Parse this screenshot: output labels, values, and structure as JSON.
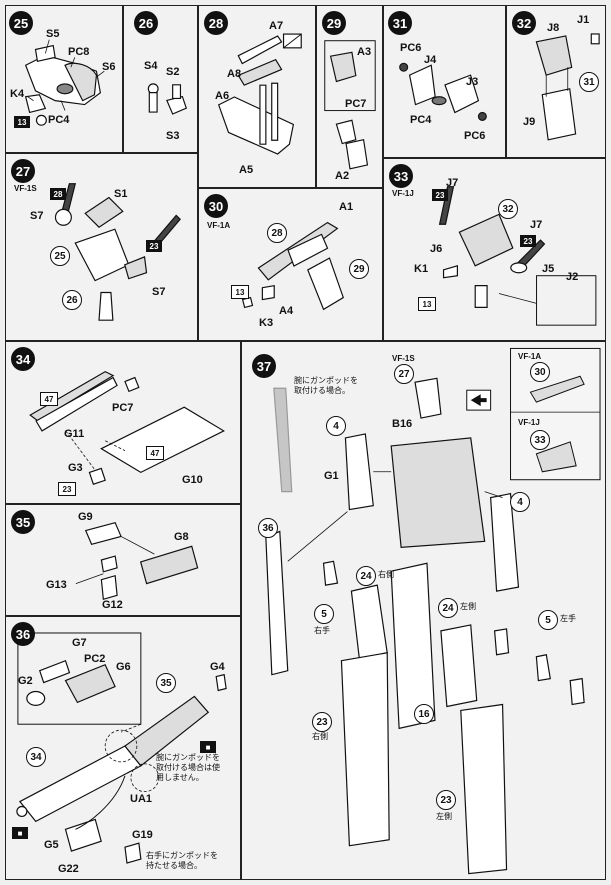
{
  "steps": {
    "s25": {
      "number": "25",
      "labels": [
        "S5",
        "PC8",
        "S6",
        "K4",
        "PC4"
      ],
      "badge": "13"
    },
    "s26": {
      "number": "26",
      "labels": [
        "S4",
        "S2",
        "S3"
      ]
    },
    "s28": {
      "number": "28",
      "labels": [
        "A7",
        "A8",
        "A6",
        "A5"
      ]
    },
    "s29": {
      "number": "29",
      "labels": [
        "A3",
        "PC7",
        "A2"
      ]
    },
    "s31": {
      "number": "31",
      "labels": [
        "PC6",
        "J4",
        "J3",
        "PC4",
        "PC6"
      ]
    },
    "s32": {
      "number": "32",
      "labels": [
        "J8",
        "J1",
        "J9"
      ],
      "ref": "31"
    },
    "s27": {
      "number": "27",
      "variant": "VF-1S",
      "labels": [
        "S1",
        "S7",
        "S7"
      ],
      "refs": [
        "25",
        "26"
      ],
      "squares": [
        "28",
        "23"
      ]
    },
    "s30": {
      "number": "30",
      "variant": "VF-1A",
      "labels": [
        "A1",
        "A4",
        "K3"
      ],
      "refs": [
        "28",
        "29"
      ],
      "badge": "13"
    },
    "s33": {
      "number": "33",
      "variant": "VF-1J",
      "labels": [
        "J7",
        "J7",
        "J6",
        "K1",
        "J5",
        "J2"
      ],
      "refs": [
        "32"
      ],
      "squares": [
        "23",
        "23"
      ],
      "badge": "13"
    },
    "s34": {
      "number": "34",
      "labels": [
        "PC7",
        "G11",
        "G3",
        "G10"
      ],
      "squares": [
        "47",
        "47",
        "23"
      ]
    },
    "s35": {
      "number": "35",
      "labels": [
        "G9",
        "G8",
        "G13",
        "G12"
      ]
    },
    "s36": {
      "number": "36",
      "labels": [
        "G7",
        "PC2",
        "G6",
        "G2",
        "G4",
        "UA1",
        "G5",
        "G19",
        "G22"
      ],
      "refs": [
        "35",
        "34"
      ],
      "note1": [
        "腕にガンポッドを",
        "取付ける場合は使",
        "用しません。"
      ],
      "note2": [
        "右手にガンポッドを",
        "持たせる場合。"
      ]
    },
    "s37": {
      "number": "37",
      "note": [
        "腕にガンポッドを",
        "取付ける場合。"
      ],
      "variant_top": "VF-1S",
      "labels": [
        "B16",
        "G1"
      ],
      "refs": [
        "27",
        "4",
        "36",
        "24",
        "5",
        "16",
        "23",
        "4",
        "24",
        "5",
        "23"
      ],
      "side_texts": [
        "右側",
        "右手",
        "右側",
        "左側",
        "左手",
        "左側"
      ],
      "inset_a_variant": "VF-1A",
      "inset_a_ref": "30",
      "inset_j_variant": "VF-1J",
      "inset_j_ref": "33"
    }
  },
  "colors": {
    "ink": "#111111",
    "paper": "#f2f2f2",
    "tone": "#bdbdbd"
  }
}
